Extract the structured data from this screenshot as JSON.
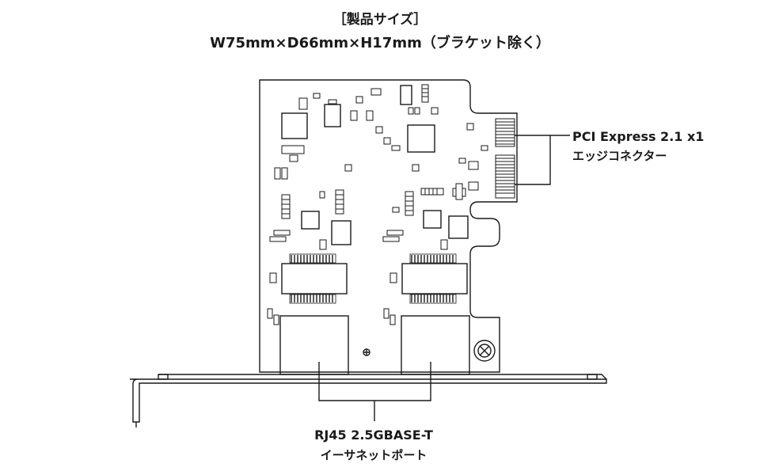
{
  "title": {
    "line1": "［製品サイズ］",
    "line2": "W75mm×D66mm×H17mm（ブラケット除く）"
  },
  "callouts": {
    "pci_line1": "PCI Express 2.1 x1",
    "pci_line2": "エッジコネクター",
    "rj45_line1": "RJ45 2.5GBASE-T",
    "rj45_line2": "イーサネットポート"
  },
  "colors": {
    "line": "#1a1a1a",
    "board": "#ffffff"
  }
}
